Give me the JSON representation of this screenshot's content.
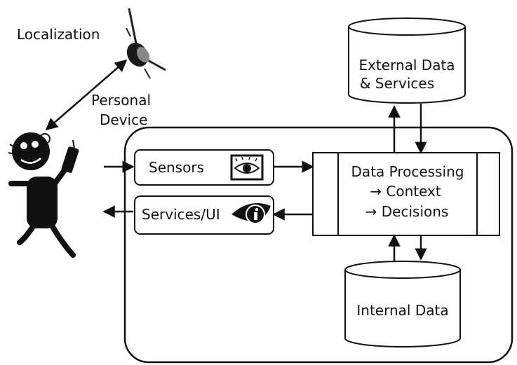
{
  "labels": {
    "localization": "Localization",
    "personal_line1": "Personal",
    "personal_line2": "Device",
    "external_line1": "External Data",
    "external_line2": "& Services",
    "internal": "Internal Data",
    "sensors": "Sensors",
    "services_ui": "Services/UI",
    "processing_line1": "Data Processing",
    "processing_line2": "→ Context",
    "processing_line3": "→ Decisions"
  },
  "icons": {
    "satellite": "satellite-icon",
    "person": "person-with-phone-icon",
    "eye": "eye-icon",
    "info": "info-icon"
  }
}
